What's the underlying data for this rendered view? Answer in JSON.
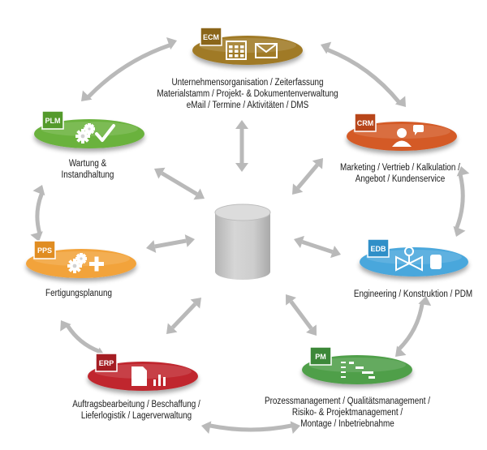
{
  "nodes": [
    {
      "id": "ecm",
      "tag": "ECM",
      "color": "#a07a25",
      "tagColor": "#8a6519",
      "icons": [
        "calendar-icon",
        "envelope-icon"
      ],
      "lines": [
        "Unternehmensorganisation / Zeiterfassung",
        "Materialstamm / Projekt- & Dokumentenverwaltung",
        "eMail / Termine / Aktivitäten / DMS"
      ]
    },
    {
      "id": "crm",
      "tag": "CRM",
      "color": "#d45a27",
      "tagColor": "#b8461a",
      "icons": [
        "user-chat-icon"
      ],
      "lines": [
        "Marketing / Vertrieb / Kalkulation /",
        "Angebot / Kundenservice"
      ]
    },
    {
      "id": "edb",
      "tag": "EDB",
      "color": "#4aa7dc",
      "tagColor": "#2f8fc8",
      "icons": [
        "valve-tank-icon"
      ],
      "lines": [
        "Engineering / Konstruktion / PDM"
      ]
    },
    {
      "id": "pm",
      "tag": "PM",
      "color": "#4f9f4a",
      "tagColor": "#3c8839",
      "icons": [
        "gantt-icon"
      ],
      "lines": [
        "Prozessmanagement / Qualitätsmanagement /",
        "Risiko- & Projektmanagement /",
        "Montage / Inbetriebnahme"
      ]
    },
    {
      "id": "erp",
      "tag": "ERP",
      "color": "#c0272d",
      "tagColor": "#a51d23",
      "icons": [
        "document-chart-icon"
      ],
      "lines": [
        "Auftragsbearbeitung / Beschaffung /",
        "Lieferlogistik / Lagerverwaltung"
      ]
    },
    {
      "id": "pps",
      "tag": "PPS",
      "color": "#f2a33a",
      "tagColor": "#e08d22",
      "icons": [
        "gears-plus-icon"
      ],
      "lines": [
        "Fertigungsplanung"
      ]
    },
    {
      "id": "plm",
      "tag": "PLM",
      "color": "#6ab23e",
      "tagColor": "#549a2c",
      "icons": [
        "gear-check-icon"
      ],
      "lines": [
        "Wartung &",
        "Instandhaltung"
      ]
    }
  ],
  "colors": {
    "arrow": "#b9b9b9",
    "database": "#c6c6c6"
  }
}
